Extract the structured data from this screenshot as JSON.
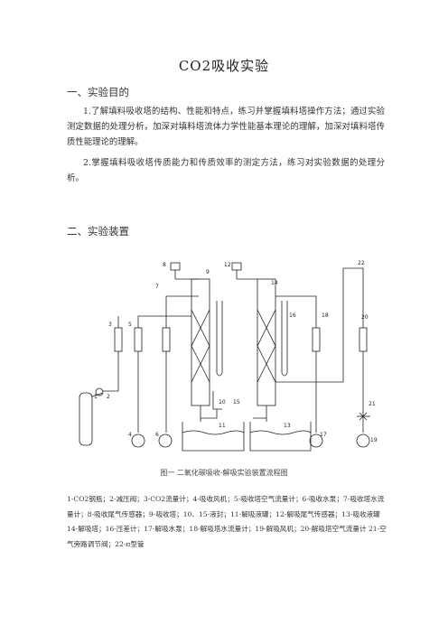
{
  "title": "CO2吸收实验",
  "section1": {
    "heading": "一、实验目的",
    "items": [
      "1.了解填料吸收塔的结构、性能和特点，练习并掌握填料塔操作方法；通过实验测定数据的处理分析，加深对填料塔流体力学性能基本理论的理解，加深对填料塔传质性能理论的理解。",
      "2.掌握填料吸收塔传质能力和传质效率的测定方法，练习对实验数据的处理分析。"
    ]
  },
  "section2": {
    "heading": "二、实验装置"
  },
  "diagram": {
    "labels": [
      "1",
      "2",
      "3",
      "4",
      "5",
      "6",
      "7",
      "8",
      "9",
      "10",
      "11",
      "12",
      "13",
      "14",
      "15",
      "16",
      "17",
      "18",
      "19",
      "20",
      "21",
      "22"
    ]
  },
  "caption": "图一 二氧化碳吸收-解吸实验装置流程图",
  "legend": "1-CO2钢瓶；2-减压阀；3-CO2流量计；4-吸收风机；5-吸收塔空气流量计；6-吸收水泵；7-吸收塔水流量计；8-吸收尾气传感器；9-吸收塔；10、15-液封；11-解吸液罐；12-解吸尾气传感器；13-吸收液罐14-解吸塔；16-压差计；17-解吸水泵；18-解吸塔水流量计；19-解吸风机；20-解吸塔空气流量计 21-空气旁路调节阀；22-π型管"
}
